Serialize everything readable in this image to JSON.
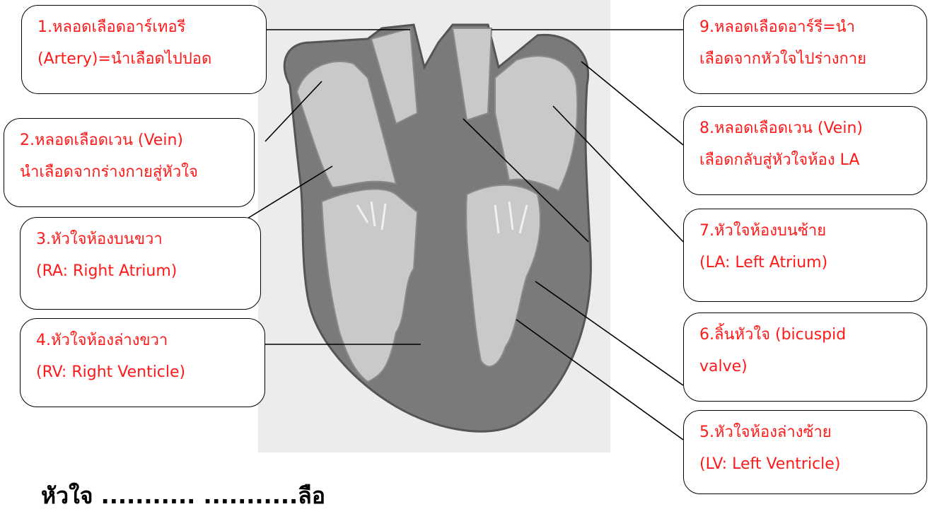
{
  "labels": [
    {
      "id": "artery",
      "lines": [
        "1.หลอดเลือดอาร์เทอรี",
        "(Artery)=นำเลือดไปปอด"
      ]
    },
    {
      "id": "vein-right",
      "lines": [
        "2.หลอดเลือดเวน (Vein)",
        "นำเลือดจากร่างกายสู่หัวใจ"
      ]
    },
    {
      "id": "right-atrium",
      "lines": [
        "3.หัวใจห้องบนขวา",
        "(RA: Right Atrium)"
      ]
    },
    {
      "id": "right-ventricle",
      "lines": [
        "4.หัวใจห้องล่างขวา",
        "(RV: Right Venticle)"
      ]
    },
    {
      "id": "left-ventricle",
      "lines": [
        "5.หัวใจห้องล่างซ้าย",
        "(LV: Left Ventricle)"
      ]
    },
    {
      "id": "bicuspid-valve",
      "lines": [
        "6.ลิ้นหัวใจ (bicuspid",
        "valve)"
      ]
    },
    {
      "id": "left-atrium",
      "lines": [
        "7.หัวใจห้องบนซ้าย",
        "(LA: Left Atrium)"
      ]
    },
    {
      "id": "vein-left",
      "lines": [
        "8.หลอดเลือดเวน (Vein)",
        "เลือดกลับสู่หัวใจห้อง LA"
      ]
    },
    {
      "id": "aorta",
      "lines": [
        "9.หลอดเลือดอาร์รี=นำ",
        "เลือดจากหัวใจไปร่างกาย"
      ]
    }
  ],
  "bottom_text": "หัวใจ ...........  ...........ลือ",
  "colors": {
    "label_text": "#ff1a1a",
    "heart_dark": "#7a7a7a",
    "heart_light": "#c9c9c9",
    "heart_outline": "#555555"
  }
}
